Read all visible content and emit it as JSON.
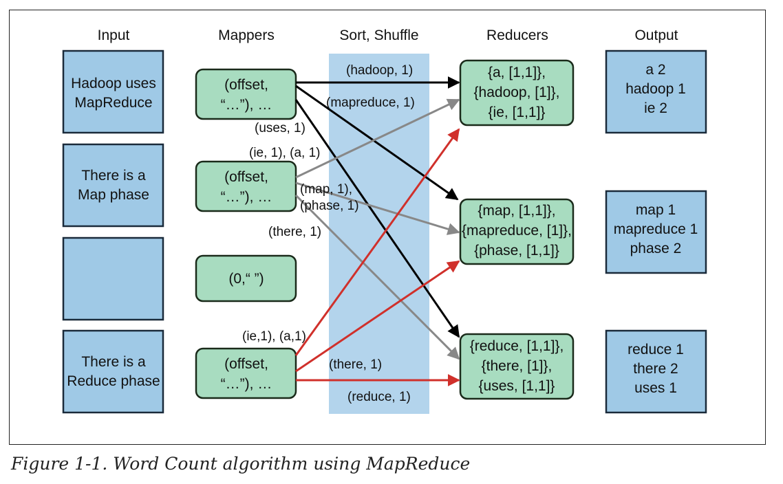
{
  "headers": {
    "input": "Input",
    "mappers": "Mappers",
    "sort": "Sort, Shuffle",
    "reducers": "Reducers",
    "output": "Output"
  },
  "inputs": [
    [
      "Hadoop uses",
      "MapReduce"
    ],
    [
      "There is a",
      "Map phase"
    ],
    [],
    [
      "There is a",
      "Reduce phase"
    ]
  ],
  "mappers": [
    [
      "(offset,",
      "“…”), …"
    ],
    [
      "(offset,",
      "“…”), …"
    ],
    [
      "(0,“ ”)"
    ],
    [
      "(offset,",
      "“…”), …"
    ]
  ],
  "reducers": [
    [
      "{a, [1,1]},",
      "{hadoop, [1]},",
      "{ie, [1,1]}"
    ],
    [
      "{map, [1,1]},",
      "{mapreduce, [1]},",
      "{phase, [1,1]}"
    ],
    [
      "{reduce, [1,1]},",
      "{there, [1]},",
      "{uses, [1,1]}"
    ]
  ],
  "outputs": [
    [
      "a 2",
      "hadoop 1",
      "ie 2"
    ],
    [
      "map 1",
      "mapreduce 1",
      "phase 2"
    ],
    [
      "reduce 1",
      "there 2",
      "uses 1"
    ]
  ],
  "edge_labels": [
    "(hadoop, 1)",
    "(mapreduce, 1)",
    "(uses, 1)",
    "(ie, 1), (a, 1)",
    "(map, 1),",
    "(phase, 1)",
    "(there, 1)",
    "(ie,1), (a,1)",
    "(there, 1)",
    "(reduce, 1)"
  ],
  "colors": {
    "input_fill": "#9fc9e6",
    "mapper_fill": "#a8dcc0",
    "shuffle_band": "#b3d4ec",
    "arrow_black": "#000000",
    "arrow_gray": "#888888",
    "arrow_red": "#d0302b"
  },
  "caption": "Figure 1-1. Word Count algorithm using MapReduce"
}
